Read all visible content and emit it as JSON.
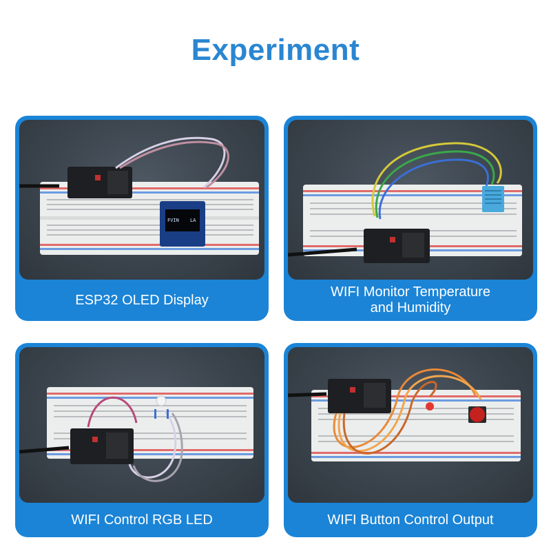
{
  "page": {
    "title": "Experiment"
  },
  "cards": [
    {
      "caption": "ESP32 OLED Display",
      "oled_text_left": "FVIN",
      "oled_text_right": "LA"
    },
    {
      "caption": "WIFI Monitor Temperature\nand Humidity"
    },
    {
      "caption": "WIFI Control RGB LED"
    },
    {
      "caption": "WIFI Button Control Output"
    }
  ],
  "colors": {
    "title": "#2a86d2",
    "card_border": "#1b84d6",
    "photo_bg": "#3b444d",
    "breadboard": "#eef0ef",
    "esp32_board": "#1e1f22"
  }
}
